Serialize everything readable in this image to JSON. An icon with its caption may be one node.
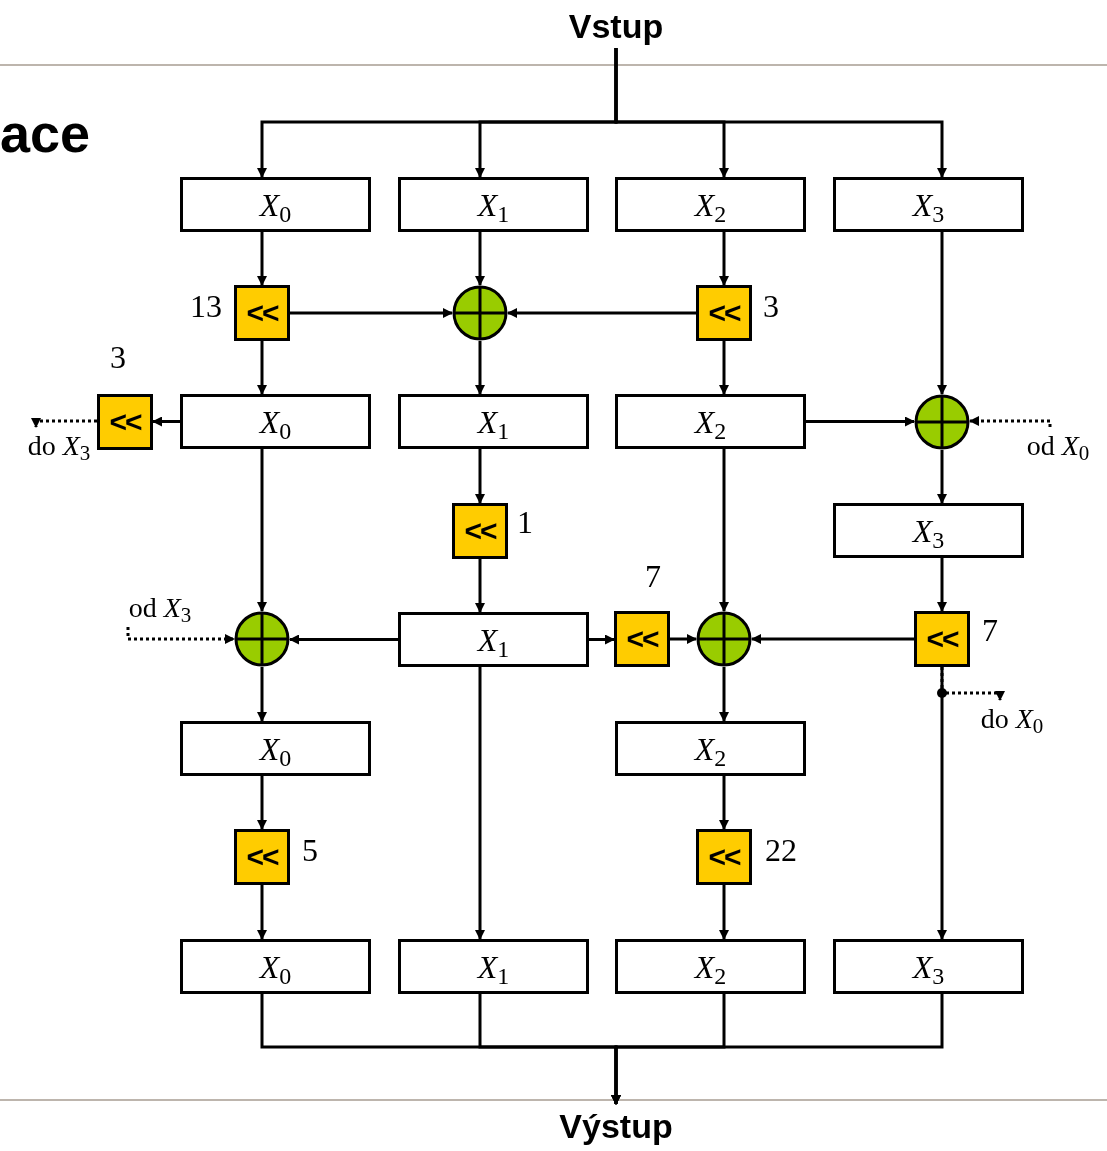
{
  "diagram": {
    "nodes": [
      {
        "text": [
          "Vstup"
        ]
      },
      {
        "text": [
          "*X*$_{0}$"
        ]
      },
      {
        "text": [
          "*X*$_{1}$"
        ]
      },
      {
        "text": [
          "*X*$_{2}$"
        ]
      },
      {
        "text": [
          "*X*$_{3}$"
        ]
      },
      {
        "text": [
          "<<"
        ],
        "beside": [
          "13"
        ]
      },
      {
        "text": [],
        "shape": "circle"
      },
      {
        "text": [
          "<<"
        ],
        "beside": [
          "3"
        ]
      },
      {
        "text": [
          "<<"
        ],
        "beside": [
          "3"
        ]
      },
      {
        "text": [
          "*X*$_{0}$"
        ]
      },
      {
        "text": [
          "*X*$_{1}$"
        ]
      },
      {
        "text": [
          "*X*$_{2}$"
        ]
      },
      {
        "text": [],
        "shape": "circle"
      },
      {
        "text": [
          "<<"
        ],
        "beside": [
          "1"
        ]
      },
      {
        "text": [
          "*X*$_{3}$"
        ]
      },
      {
        "text": [],
        "shape": "circle"
      },
      {
        "text": [
          "*X*$_{1}$"
        ]
      },
      {
        "text": [
          "<<"
        ],
        "beside": [
          "7"
        ]
      },
      {
        "text": [],
        "shape": "circle"
      },
      {
        "text": [
          "<<"
        ],
        "beside": [
          "7"
        ]
      },
      {
        "text": [
          "*X*$_{0}$"
        ]
      },
      {
        "text": [
          "*X*$_{2}$"
        ]
      },
      {
        "text": [
          "<<"
        ],
        "beside": [
          "5"
        ]
      },
      {
        "text": [
          "<<"
        ],
        "beside": [
          "22"
        ]
      },
      {
        "text": [
          "*X*$_{0}$"
        ]
      },
      {
        "text": [
          "*X*$_{1}$"
        ]
      },
      {
        "text": [
          "*X*$_{2}$"
        ]
      },
      {
        "text": [
          "*X*$_{3}$"
        ]
      },
      {
        "text": [
          "Výstup"
        ]
      },
      {
        "text": [
          "do *X*$_{3}$"
        ]
      },
      {
        "text": [
          "od *X*$_{0}$"
        ]
      },
      {
        "text": [
          "od *X*$_{3}$"
        ]
      },
      {
        "text": [
          "do *X*$_{0}$"
        ]
      }
    ],
    "edges": [
      {
        "from": 0,
        "to": 1,
        "arrow": "to"
      },
      {
        "from": 0,
        "to": 2,
        "arrow": "to"
      },
      {
        "from": 0,
        "to": 3,
        "arrow": "to"
      },
      {
        "from": 0,
        "to": 4,
        "arrow": "to"
      },
      {
        "from": 1,
        "to": 5,
        "arrow": "to"
      },
      {
        "from": 2,
        "to": 6,
        "arrow": "to"
      },
      {
        "from": 3,
        "to": 7,
        "arrow": "to"
      },
      {
        "from": 5,
        "to": 6,
        "arrow": "to"
      },
      {
        "from": 7,
        "to": 6,
        "arrow": "to"
      },
      {
        "from": 5,
        "to": 9,
        "arrow": "to"
      },
      {
        "from": 6,
        "to": 10,
        "arrow": "to"
      },
      {
        "from": 7,
        "to": 11,
        "arrow": "to"
      },
      {
        "from": 4,
        "to": 12,
        "arrow": "to"
      },
      {
        "from": 9,
        "to": 8,
        "arrow": "to"
      },
      {
        "from": 8,
        "to": 29,
        "arrow": "to",
        "style": "dashed"
      },
      {
        "from": 11,
        "to": 12,
        "arrow": "to"
      },
      {
        "from": 30,
        "to": 12,
        "arrow": "to",
        "style": "dashed"
      },
      {
        "from": 12,
        "to": 14,
        "arrow": "to"
      },
      {
        "from": 10,
        "to": 13,
        "arrow": "to"
      },
      {
        "from": 13,
        "to": 16,
        "arrow": "to"
      },
      {
        "from": 9,
        "to": 15,
        "arrow": "to"
      },
      {
        "from": 31,
        "to": 15,
        "arrow": "to",
        "style": "dashed"
      },
      {
        "from": 16,
        "to": 15,
        "arrow": "to"
      },
      {
        "from": 16,
        "to": 17,
        "arrow": "to"
      },
      {
        "from": 17,
        "to": 18,
        "arrow": "to"
      },
      {
        "from": 11,
        "to": 18,
        "arrow": "to"
      },
      {
        "from": 19,
        "to": 18,
        "arrow": "to"
      },
      {
        "from": 14,
        "to": 19,
        "arrow": "to"
      },
      {
        "from": 19,
        "to": 32,
        "arrow": "to",
        "style": "dashed"
      },
      {
        "from": 19,
        "to": 27,
        "arrow": "to"
      },
      {
        "from": 15,
        "to": 20,
        "arrow": "to"
      },
      {
        "from": 18,
        "to": 21,
        "arrow": "to"
      },
      {
        "from": 20,
        "to": 22,
        "arrow": "to"
      },
      {
        "from": 21,
        "to": 23,
        "arrow": "to"
      },
      {
        "from": 16,
        "to": 25,
        "arrow": "to"
      },
      {
        "from": 22,
        "to": 24,
        "arrow": "to"
      },
      {
        "from": 23,
        "to": 26,
        "arrow": "to"
      },
      {
        "from": 24,
        "to": 28,
        "arrow": "to"
      },
      {
        "from": 25,
        "to": 28,
        "arrow": "to"
      },
      {
        "from": 26,
        "to": 28,
        "arrow": "to"
      },
      {
        "from": 27,
        "to": 28,
        "arrow": "to"
      }
    ],
    "labels": [
      "ace"
    ]
  }
}
